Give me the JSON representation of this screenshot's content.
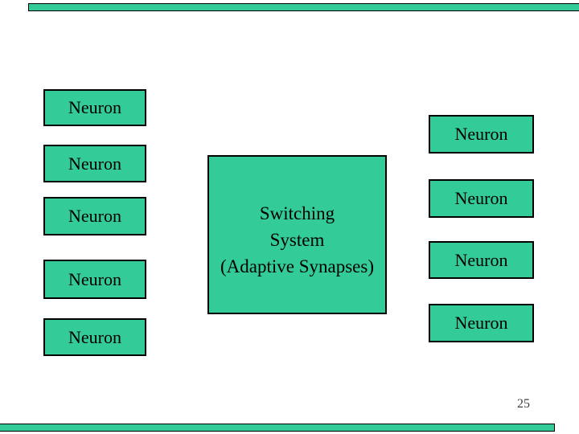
{
  "slide": {
    "accent_green": "#33cb98",
    "background": "#ffffff",
    "border_color": "#000000"
  },
  "decorations": {
    "top_bar_color": "#33cb98",
    "bottom_bar_color": "#33cb98"
  },
  "left_column": {
    "boxes": [
      {
        "label": "Neuron"
      },
      {
        "label": "Neuron"
      },
      {
        "label": "Neuron"
      },
      {
        "label": "Neuron"
      },
      {
        "label": "Neuron"
      }
    ]
  },
  "center_box": {
    "lines": [
      "Switching",
      "System",
      "(Adaptive Synapses)"
    ]
  },
  "right_column": {
    "boxes": [
      {
        "label": "Neuron"
      },
      {
        "label": "Neuron"
      },
      {
        "label": "Neuron"
      },
      {
        "label": "Neuron"
      }
    ]
  },
  "footer": {
    "page_number": "25"
  }
}
